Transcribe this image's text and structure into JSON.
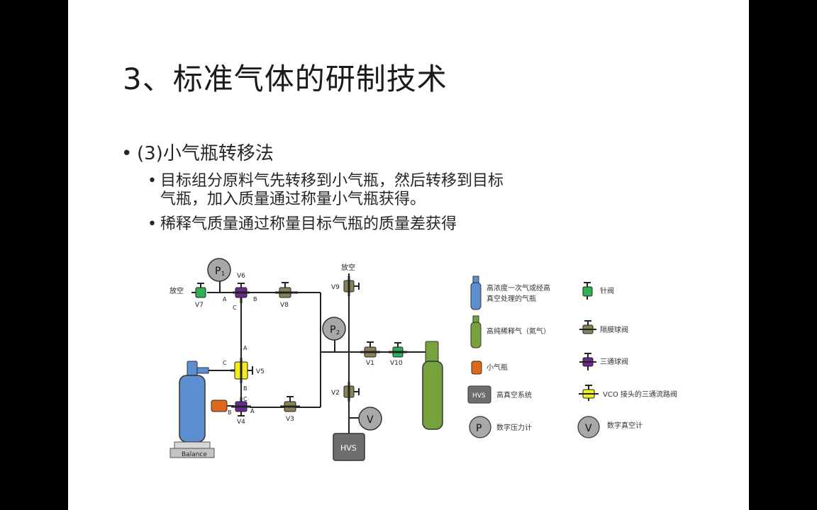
{
  "slide": {
    "title": "3、标准气体的研制技术",
    "bullet1": "(3)小气瓶转移法",
    "bullet2_line1": "目标组分原料气先转移到小气瓶，然后转移到目标",
    "bullet2_line2": "气瓶，加入质量通过称量小气瓶获得。",
    "bullet3": "稀释气质量通过称量目标气瓶的质量差获得",
    "bullet_mark": "•"
  },
  "diagram": {
    "gauge_p1_letter": "P",
    "gauge_p1_sub": "1",
    "gauge_p2_letter": "P",
    "gauge_p2_sub": "2",
    "vacuum_gauge_letter": "V",
    "hvs_label": "HVS",
    "balance_label": "Balance",
    "vent_left": "放空",
    "vent_top": "放空",
    "valves": {
      "v1": "V1",
      "v2": "V2",
      "v3": "V3",
      "v4": "V4",
      "v5": "V5",
      "v6": "V6",
      "v7": "V7",
      "v8": "V8",
      "v9": "V9",
      "v10": "V10"
    },
    "ports": {
      "v6_a": "A",
      "v6_b": "B",
      "v6_c": "C",
      "v5_a": "A",
      "v5_b": "B",
      "v5_c": "C",
      "v4_a": "A",
      "v4_b": "B",
      "v4_c": "C"
    }
  },
  "legend": {
    "blue_cylinder": [
      "高浓度一次气或经高",
      "真空处理的气瓶"
    ],
    "green_cylinder": "高纯稀释气（氮气）",
    "small_cylinder": "小气瓶",
    "hvs_box": "HVS",
    "hvs_text": "高真空系统",
    "pressure_letter": "P",
    "pressure_text": "数字压力计",
    "needle_valve": "针阀",
    "diaphragm_valve": "隔膜球阀",
    "three_way_valve": "三通球阀",
    "vco_valve": "VCO 接头的三通流路阀",
    "vacuum_letter": "V",
    "vacuum_text": "数字真空计"
  },
  "colors": {
    "blue_cylinder": "#5b8fd1",
    "green_cylinder": "#77a13a",
    "small_cylinder": "#e0661a",
    "needle_valve": "#2fb052",
    "diaphragm_valve": "#8a8257",
    "three_way_valve": "#6a2a8e",
    "vco_valve": "#f3ee17",
    "hvs": "#6e6e6e",
    "gauge": "#a8a8a8"
  }
}
